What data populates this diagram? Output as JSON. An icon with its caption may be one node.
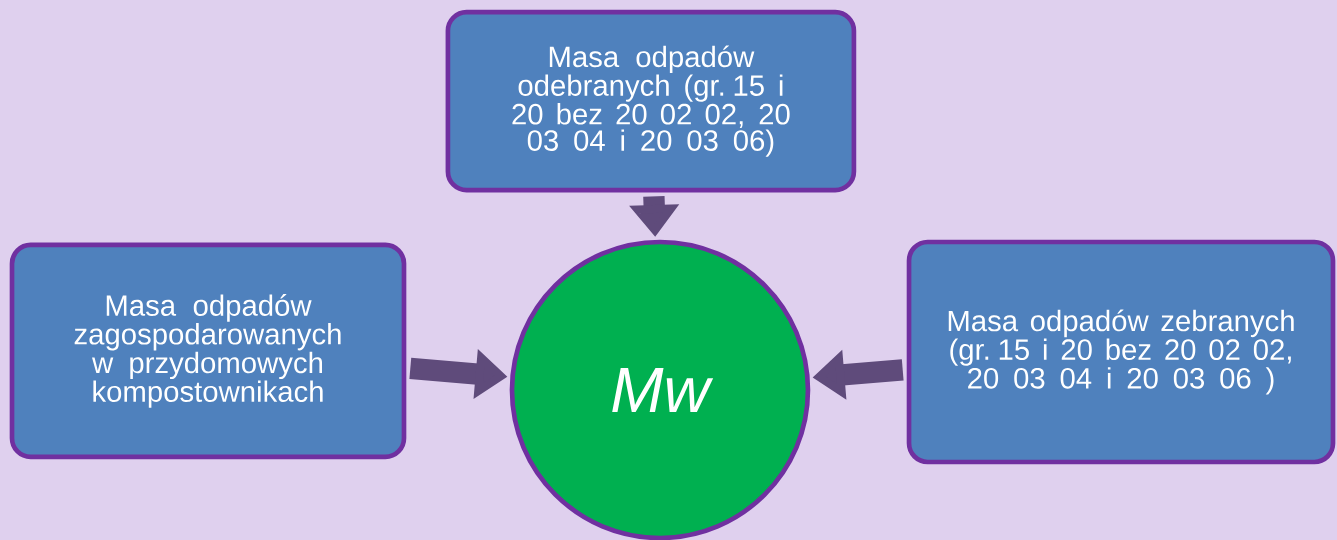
{
  "diagram": {
    "nodes": [
      {
        "text": [
          "Masa odpadów odebranych (gr. 15 i 20 bez 20 02 02, 20 03 04 i 20 03 06)"
        ]
      },
      {
        "text": [
          "Masa odpadów zagospodarowanych w przydomowych kompostownikach"
        ]
      },
      {
        "text": [
          "Mw"
        ]
      },
      {
        "text": [
          "Masa odpadów zebranych (gr. 15 i 20 bez 20 02 02, 20 03 04 i 20 03 06 )"
        ]
      }
    ],
    "edges": [
      {
        "from": 0,
        "to": 2,
        "arrow": "to"
      },
      {
        "from": 1,
        "to": 2,
        "arrow": "to"
      },
      {
        "from": 3,
        "to": 2,
        "arrow": "to"
      }
    ]
  }
}
